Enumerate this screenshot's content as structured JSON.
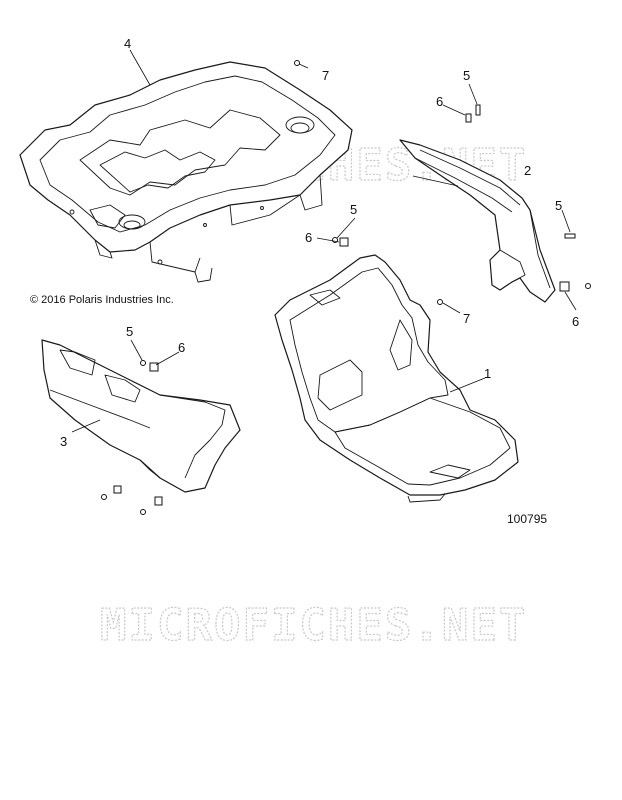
{
  "copyright": "© 2016 Polaris Industries Inc.",
  "part_number": "100795",
  "watermark": "MICROFICHES.NET",
  "callouts": {
    "c1": "1",
    "c2": "2",
    "c3": "3",
    "c4": "4",
    "c5a": "5",
    "c5b": "5",
    "c5c": "5",
    "c5d": "5",
    "c6a": "6",
    "c6b": "6",
    "c6c": "6",
    "c6d": "6",
    "c7a": "7",
    "c7b": "7"
  }
}
